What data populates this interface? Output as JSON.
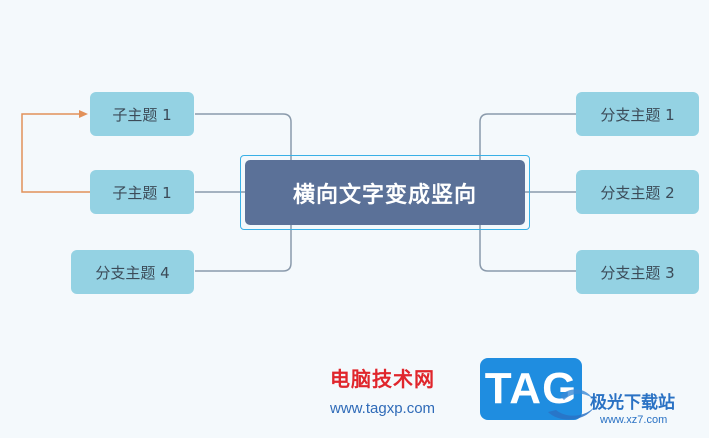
{
  "diagram": {
    "center": "横向文字变成竖向",
    "left_nodes": [
      {
        "label": "子主题 1"
      },
      {
        "label": "子主题 1"
      },
      {
        "label": "分支主题 4"
      }
    ],
    "right_nodes": [
      {
        "label": "分支主题 1"
      },
      {
        "label": "分支主题 2"
      },
      {
        "label": "分支主题 3"
      }
    ],
    "colors": {
      "background": "#f4f9fc",
      "node_fill": "#94d2e3",
      "center_fill": "#5b7198",
      "connector": "#8a9aab",
      "relation_arrow": "#e2915a",
      "selection": "#39b0e6"
    }
  },
  "watermark": {
    "title": "电脑技术网",
    "url": "www.tagxp.com",
    "tag": "TAG",
    "site_name": "极光下载站",
    "site_url": "www.xz7.com"
  }
}
